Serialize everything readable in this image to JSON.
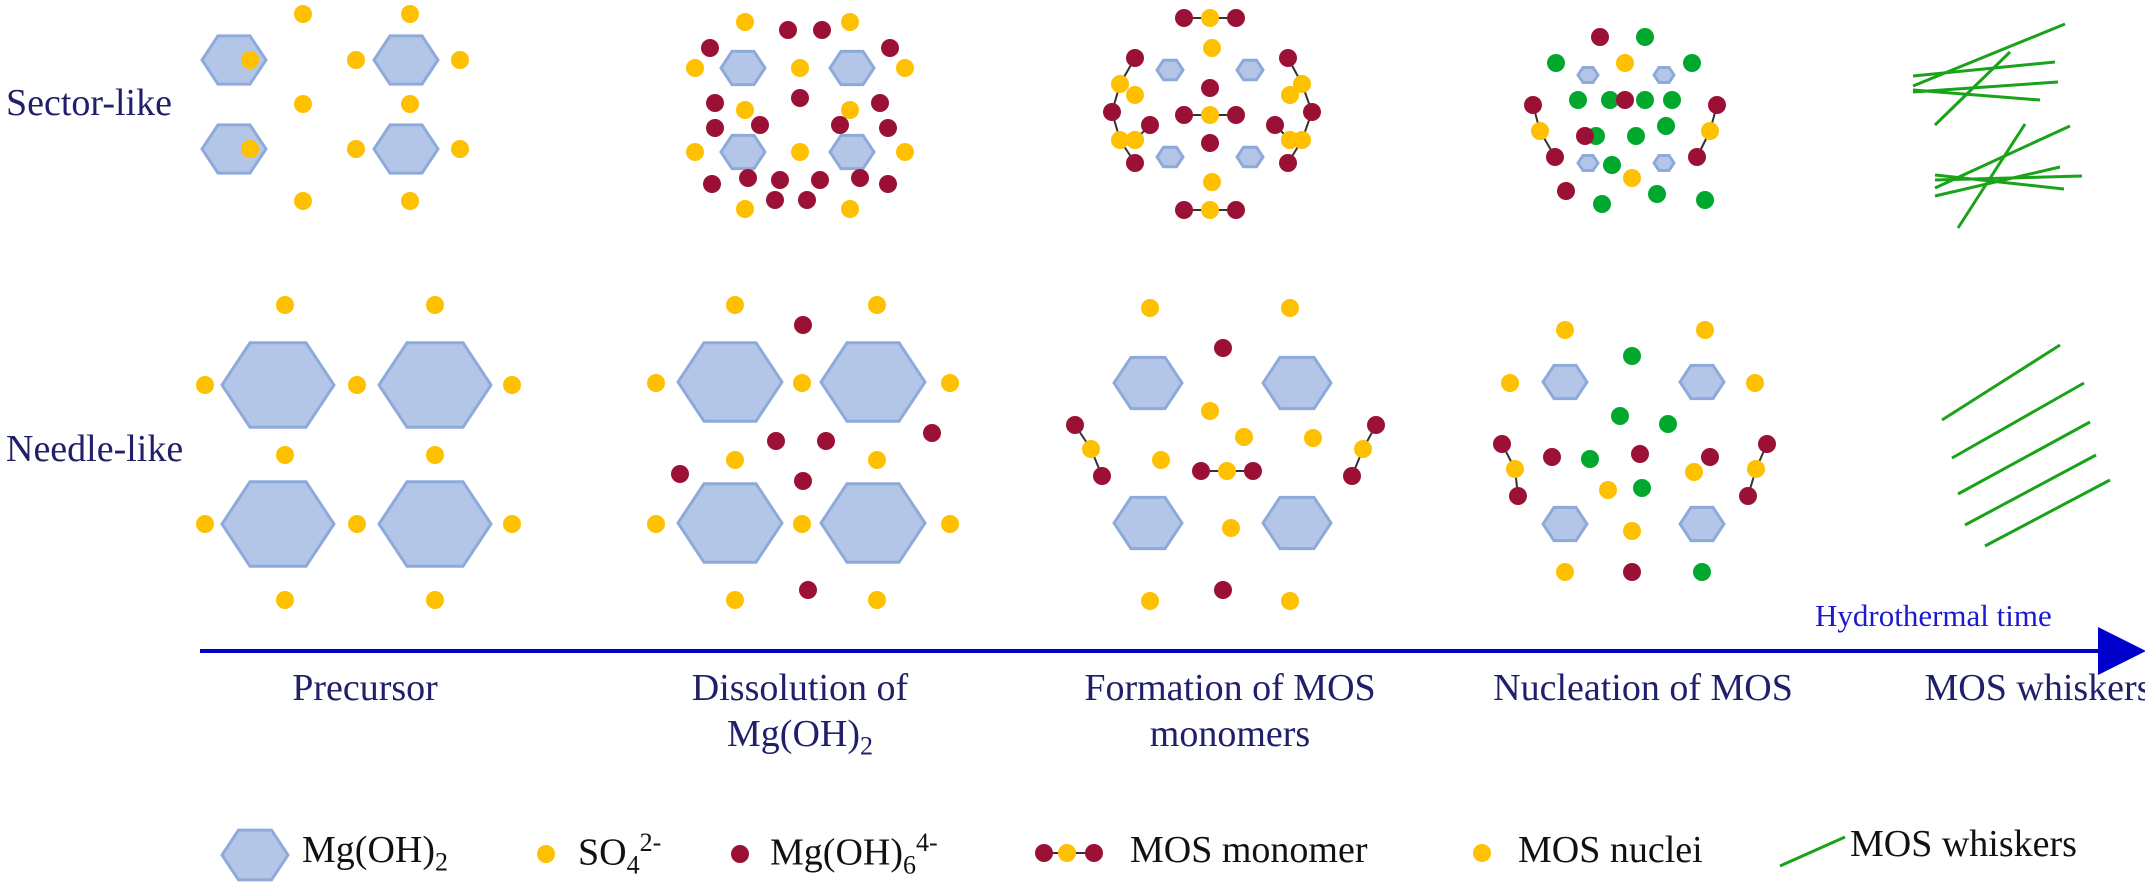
{
  "rows": {
    "sector_label": "Sector-like",
    "needle_label": "Needle-like"
  },
  "axis": {
    "label": "Hydrothermal time"
  },
  "stages": [
    {
      "line1": "Precursor",
      "line2": ""
    },
    {
      "line1": "Dissolution of",
      "line2": "Mg(OH)",
      "line2_sub": "2"
    },
    {
      "line1": "Formation of MOS",
      "line2": "monomers"
    },
    {
      "line1": "Nucleation of MOS",
      "line2": ""
    },
    {
      "line1": "MOS whiskers",
      "line2": ""
    }
  ],
  "legend": {
    "mgoh2": {
      "base": "Mg(OH)",
      "sub": "2"
    },
    "so4": {
      "base": "SO",
      "sub": "4",
      "sup": "2-"
    },
    "mgoh6": {
      "base": "Mg(OH)",
      "sub": "6",
      "sup": "4-"
    },
    "monomer": "MOS monomer",
    "nuclei": "MOS nuclei",
    "whiskers": "MOS whiskers"
  },
  "colors": {
    "hexagon_fill": "#b4c6e7",
    "hexagon_stroke": "#8eaadb",
    "so4": "#ffc000",
    "mgoh6": "#9b1136",
    "nuclei_green": "#00a82d",
    "whisker": "#1aa31a",
    "axis": "#0000cc",
    "text": "#1f1f6b"
  },
  "icons": {
    "hexagon": "hexagon-icon",
    "dot": "dot-icon",
    "monomer": "dumbbell-icon",
    "whisker": "line-icon"
  }
}
